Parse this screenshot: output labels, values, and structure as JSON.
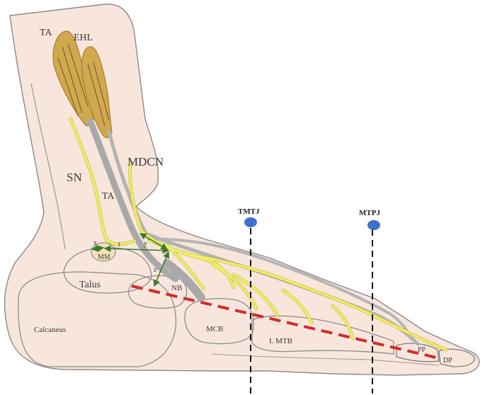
{
  "labels": {
    "ta_muscle": "TA",
    "ehl": "EHL",
    "sn": "SN",
    "ta_tendon": "TA",
    "mdcn": "MDCN",
    "tmtj": "TMTJ",
    "mtpj": "MTPJ",
    "mm": "MM",
    "x": "x",
    "t": "t",
    "y": "y",
    "z": "z",
    "talus": "Talus",
    "nb": "NB",
    "calcaneus": "Calcaneus",
    "mcb": "MCB",
    "mtb": "I. MTB",
    "pp": "PP",
    "dp": "DP"
  },
  "colors": {
    "skin": "#f8e6dc",
    "outline": "#8a8a8a",
    "muscle": "#d2a84e",
    "nerve": "#f2ee6a",
    "tendon": "#a9a9a9",
    "guide_arrow": "#3b7a2a",
    "reference_line": "#d42a2a",
    "joint_marker": "#3f6fc9",
    "joint_line": "#111111"
  }
}
